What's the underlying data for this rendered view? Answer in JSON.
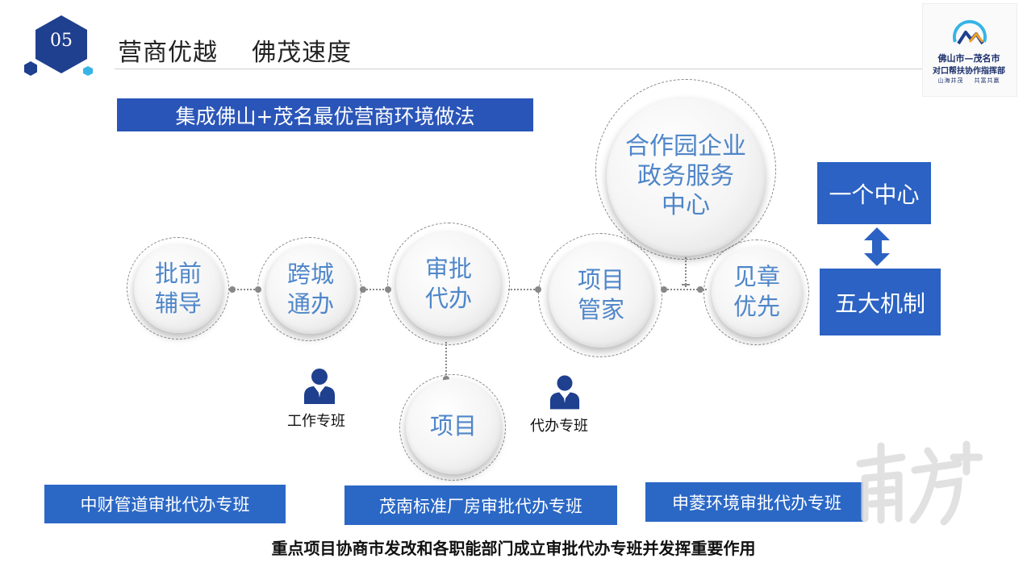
{
  "header": {
    "number": "05",
    "title": "营商优越    佛茂速度"
  },
  "logo": {
    "line1": "佛山市—茂名市",
    "line2": "对口帮扶协作指挥部",
    "line3": "山海并茂    共富共赢"
  },
  "top_box": "集成佛山+茂名最优营商环境做法",
  "nodes": {
    "n1": "批前\n辅导",
    "n2": "跨城\n通办",
    "n3": "审批\n代办",
    "n4": "项目\n管家",
    "n5": "见章\n优先",
    "n6": "合作园企业\n政务服务\n中心",
    "n7": "项目"
  },
  "people": {
    "p1": "工作专班",
    "p2": "代办专班"
  },
  "right": {
    "center": "一个中心",
    "mechanisms": "五大机制"
  },
  "bottom_boxes": [
    "中财管道审批代办专班",
    "茂南标准厂房审批代办专班",
    "申菱环境审批代办专班"
  ],
  "bottom_text": "重点项目协商市发改和各职能部门成立审批代办专班并发挥重要作用",
  "colors": {
    "box_blue": "#2a55b8",
    "node_text": "#4f86c9",
    "hex_dark": "#1f3f8f",
    "hex_light": "#36b4e6"
  }
}
